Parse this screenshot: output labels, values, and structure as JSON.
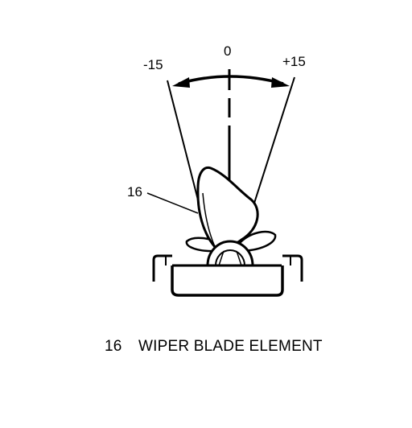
{
  "diagram": {
    "angle_labels": {
      "minus": "-15",
      "zero": "0",
      "plus": "+15"
    },
    "callout_number": "16",
    "caption": {
      "number": "16",
      "text": "WIPER BLADE ELEMENT"
    }
  }
}
